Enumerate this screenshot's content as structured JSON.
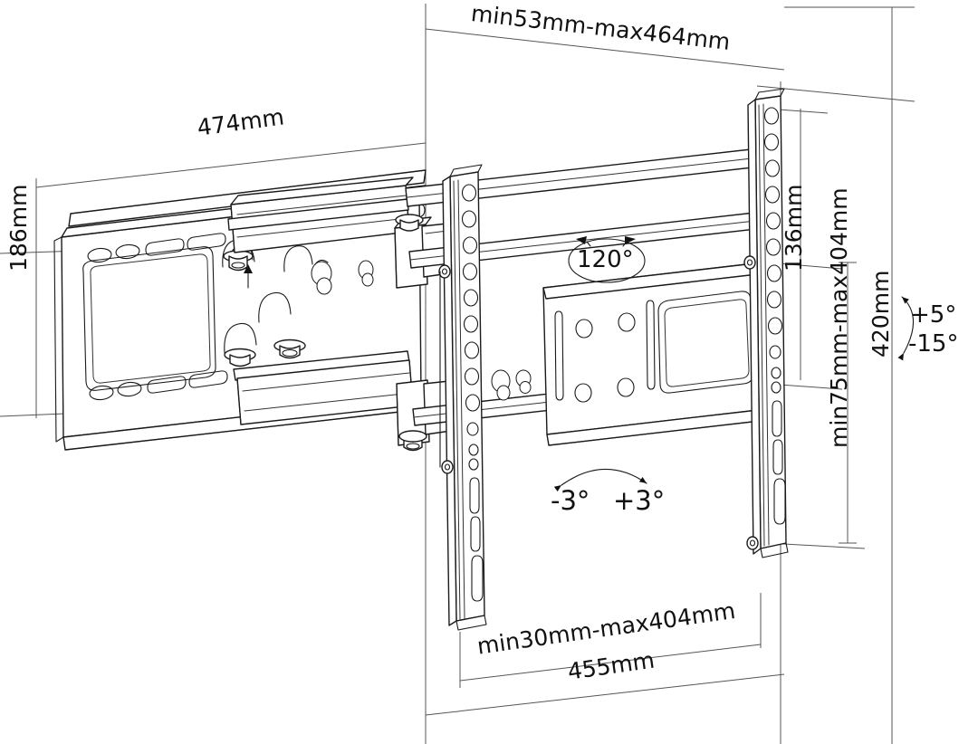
{
  "diagram": {
    "title": "TV wall mount bracket technical dimension drawing",
    "type": "full-motion articulating TV wall mount",
    "line_color": "#1a1a1a",
    "thin_line_color": "#555555",
    "background": "#ffffff",
    "text_color": "#111111"
  },
  "dimensions": {
    "extension_top": "min53mm-max464mm",
    "plate_width": "474mm",
    "plate_height": "186mm",
    "rail_hole_spacing": "136mm",
    "vesa_vertical_range": "min75mm-max404mm",
    "overall_height": "420mm",
    "swivel": "120°",
    "tilt_down": "-15°",
    "tilt_up": "+5°",
    "rotate_left": "-3°",
    "rotate_right": "+3°",
    "vesa_horizontal_range": "min30mm-max404mm",
    "overall_width": "455mm"
  },
  "labels": [
    {
      "name": "extension-dimension",
      "text": "min53mm-max464mm"
    },
    {
      "name": "plate-width-dimension",
      "text": "474mm"
    },
    {
      "name": "plate-height-dimension",
      "text": "186mm"
    },
    {
      "name": "rail-spacing-dimension",
      "text": "136mm"
    },
    {
      "name": "vesa-vertical-dimension",
      "text": "min75mm-max404mm"
    },
    {
      "name": "overall-height-dimension",
      "text": "420mm"
    },
    {
      "name": "swivel-angle",
      "text": "120°"
    },
    {
      "name": "rotate-left-angle",
      "text": "-3°"
    },
    {
      "name": "rotate-right-angle",
      "text": "+3°"
    },
    {
      "name": "tilt-up-angle",
      "text": "+5°"
    },
    {
      "name": "tilt-down-angle",
      "text": "-15°"
    },
    {
      "name": "vesa-horizontal-dimension",
      "text": "min30mm-max404mm"
    },
    {
      "name": "overall-width-dimension",
      "text": "455mm"
    }
  ]
}
